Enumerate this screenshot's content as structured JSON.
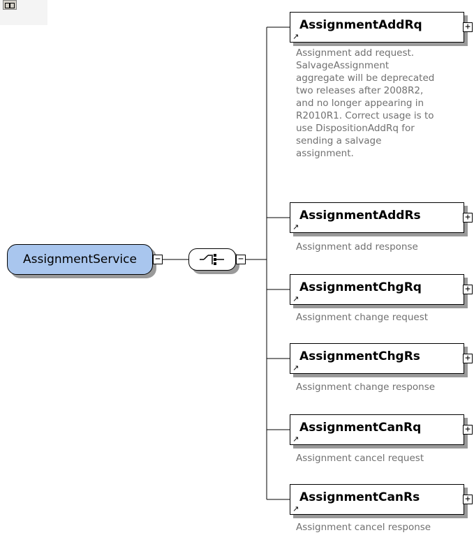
{
  "root": {
    "label": "AssignmentService",
    "expand_symbol": "−"
  },
  "compositor": {
    "kind": "sequence",
    "expand_symbol": "−"
  },
  "elements": [
    {
      "name": "AssignmentAddRq",
      "expand_symbol": "+",
      "description": "Assignment add request.\nSalvageAssignment\naggregate will be deprecated\ntwo releases after 2008R2,\nand no longer appearing in\nR2010R1. Correct usage is to\nuse DispositionAddRq for\nsending a salvage\nassignment."
    },
    {
      "name": "AssignmentAddRs",
      "expand_symbol": "+",
      "description": "Assignment add response"
    },
    {
      "name": "AssignmentChgRq",
      "expand_symbol": "+",
      "description": "Assignment change request"
    },
    {
      "name": "AssignmentChgRs",
      "expand_symbol": "+",
      "description": "Assignment change response"
    },
    {
      "name": "AssignmentCanRq",
      "expand_symbol": "+",
      "description": "Assignment cancel request"
    },
    {
      "name": "AssignmentCanRs",
      "expand_symbol": "+",
      "description": "Assignment cancel response"
    }
  ]
}
